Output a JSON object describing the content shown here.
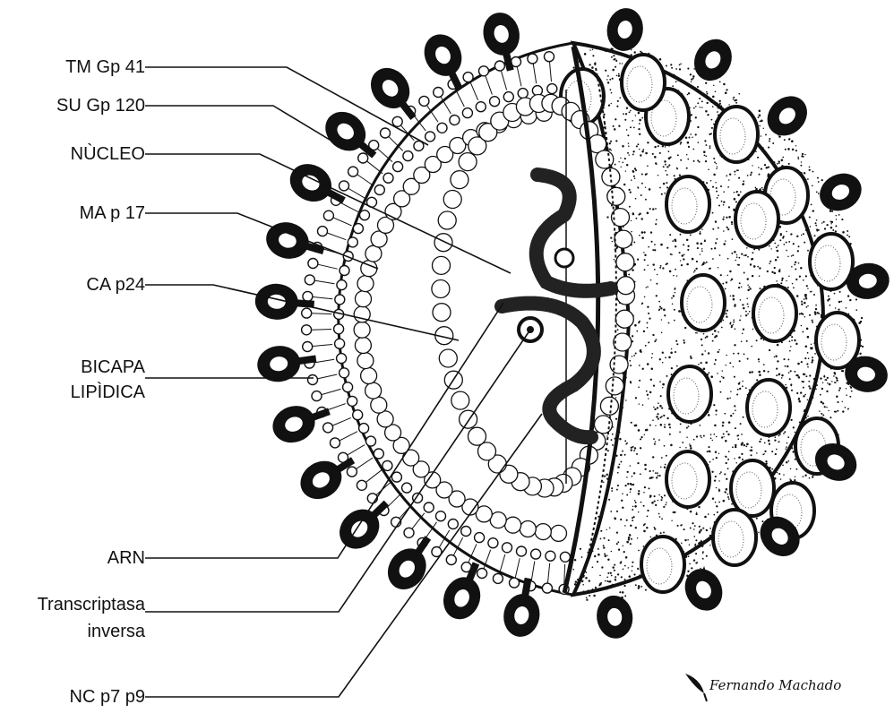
{
  "labels": {
    "tm_gp41": "TM  Gp 41",
    "su_gp120": "SU Gp 120",
    "nucleo": "NÙCLEO",
    "ma_p17": "MA    p 17",
    "ca_p24": "CA  p24",
    "bicapa_1": "BICAPA",
    "bicapa_2": "LIPÌDICA",
    "arn": "ARN",
    "transcriptasa_1": "Transcriptasa",
    "transcriptasa_2": "inversa",
    "nc": "NC  p7 p9"
  },
  "signature": "Fernando Machado",
  "colors": {
    "ink": "#111111",
    "paper": "#ffffff"
  }
}
